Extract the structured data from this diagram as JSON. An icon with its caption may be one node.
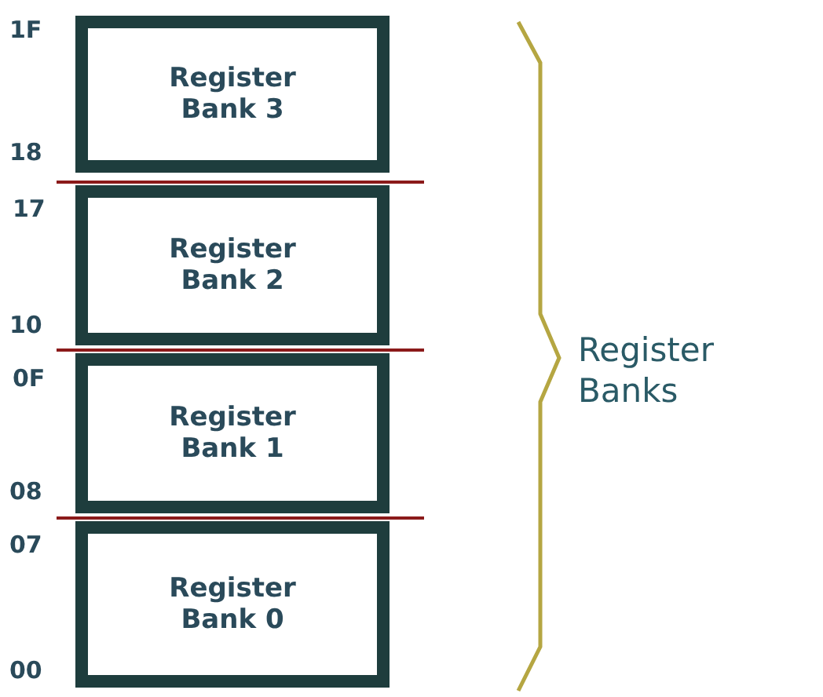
{
  "diagram": {
    "nodes": [
      {
        "text": [
          "Register Bank 3"
        ]
      },
      {
        "text": [
          "Register Bank 2"
        ]
      },
      {
        "text": [
          "Register Bank 1"
        ]
      },
      {
        "text": [
          "Register Bank 0"
        ]
      }
    ],
    "labels": [
      "1F",
      "18",
      "17",
      "10",
      "0F",
      "08",
      "07",
      "00",
      "Register Banks"
    ]
  }
}
